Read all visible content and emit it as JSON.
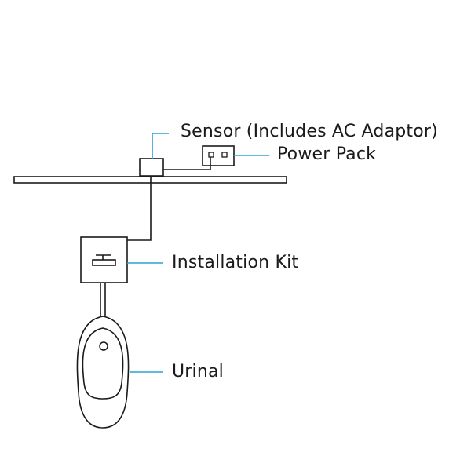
{
  "labels": {
    "sensor": "Sensor (Includes AC Adaptor)",
    "power_pack": "Power Pack",
    "installation_kit": "Installation Kit",
    "urinal": "Urinal"
  },
  "colors": {
    "line": "#1a1a1a",
    "leader": "#2aa4d8",
    "background": "#ffffff"
  }
}
